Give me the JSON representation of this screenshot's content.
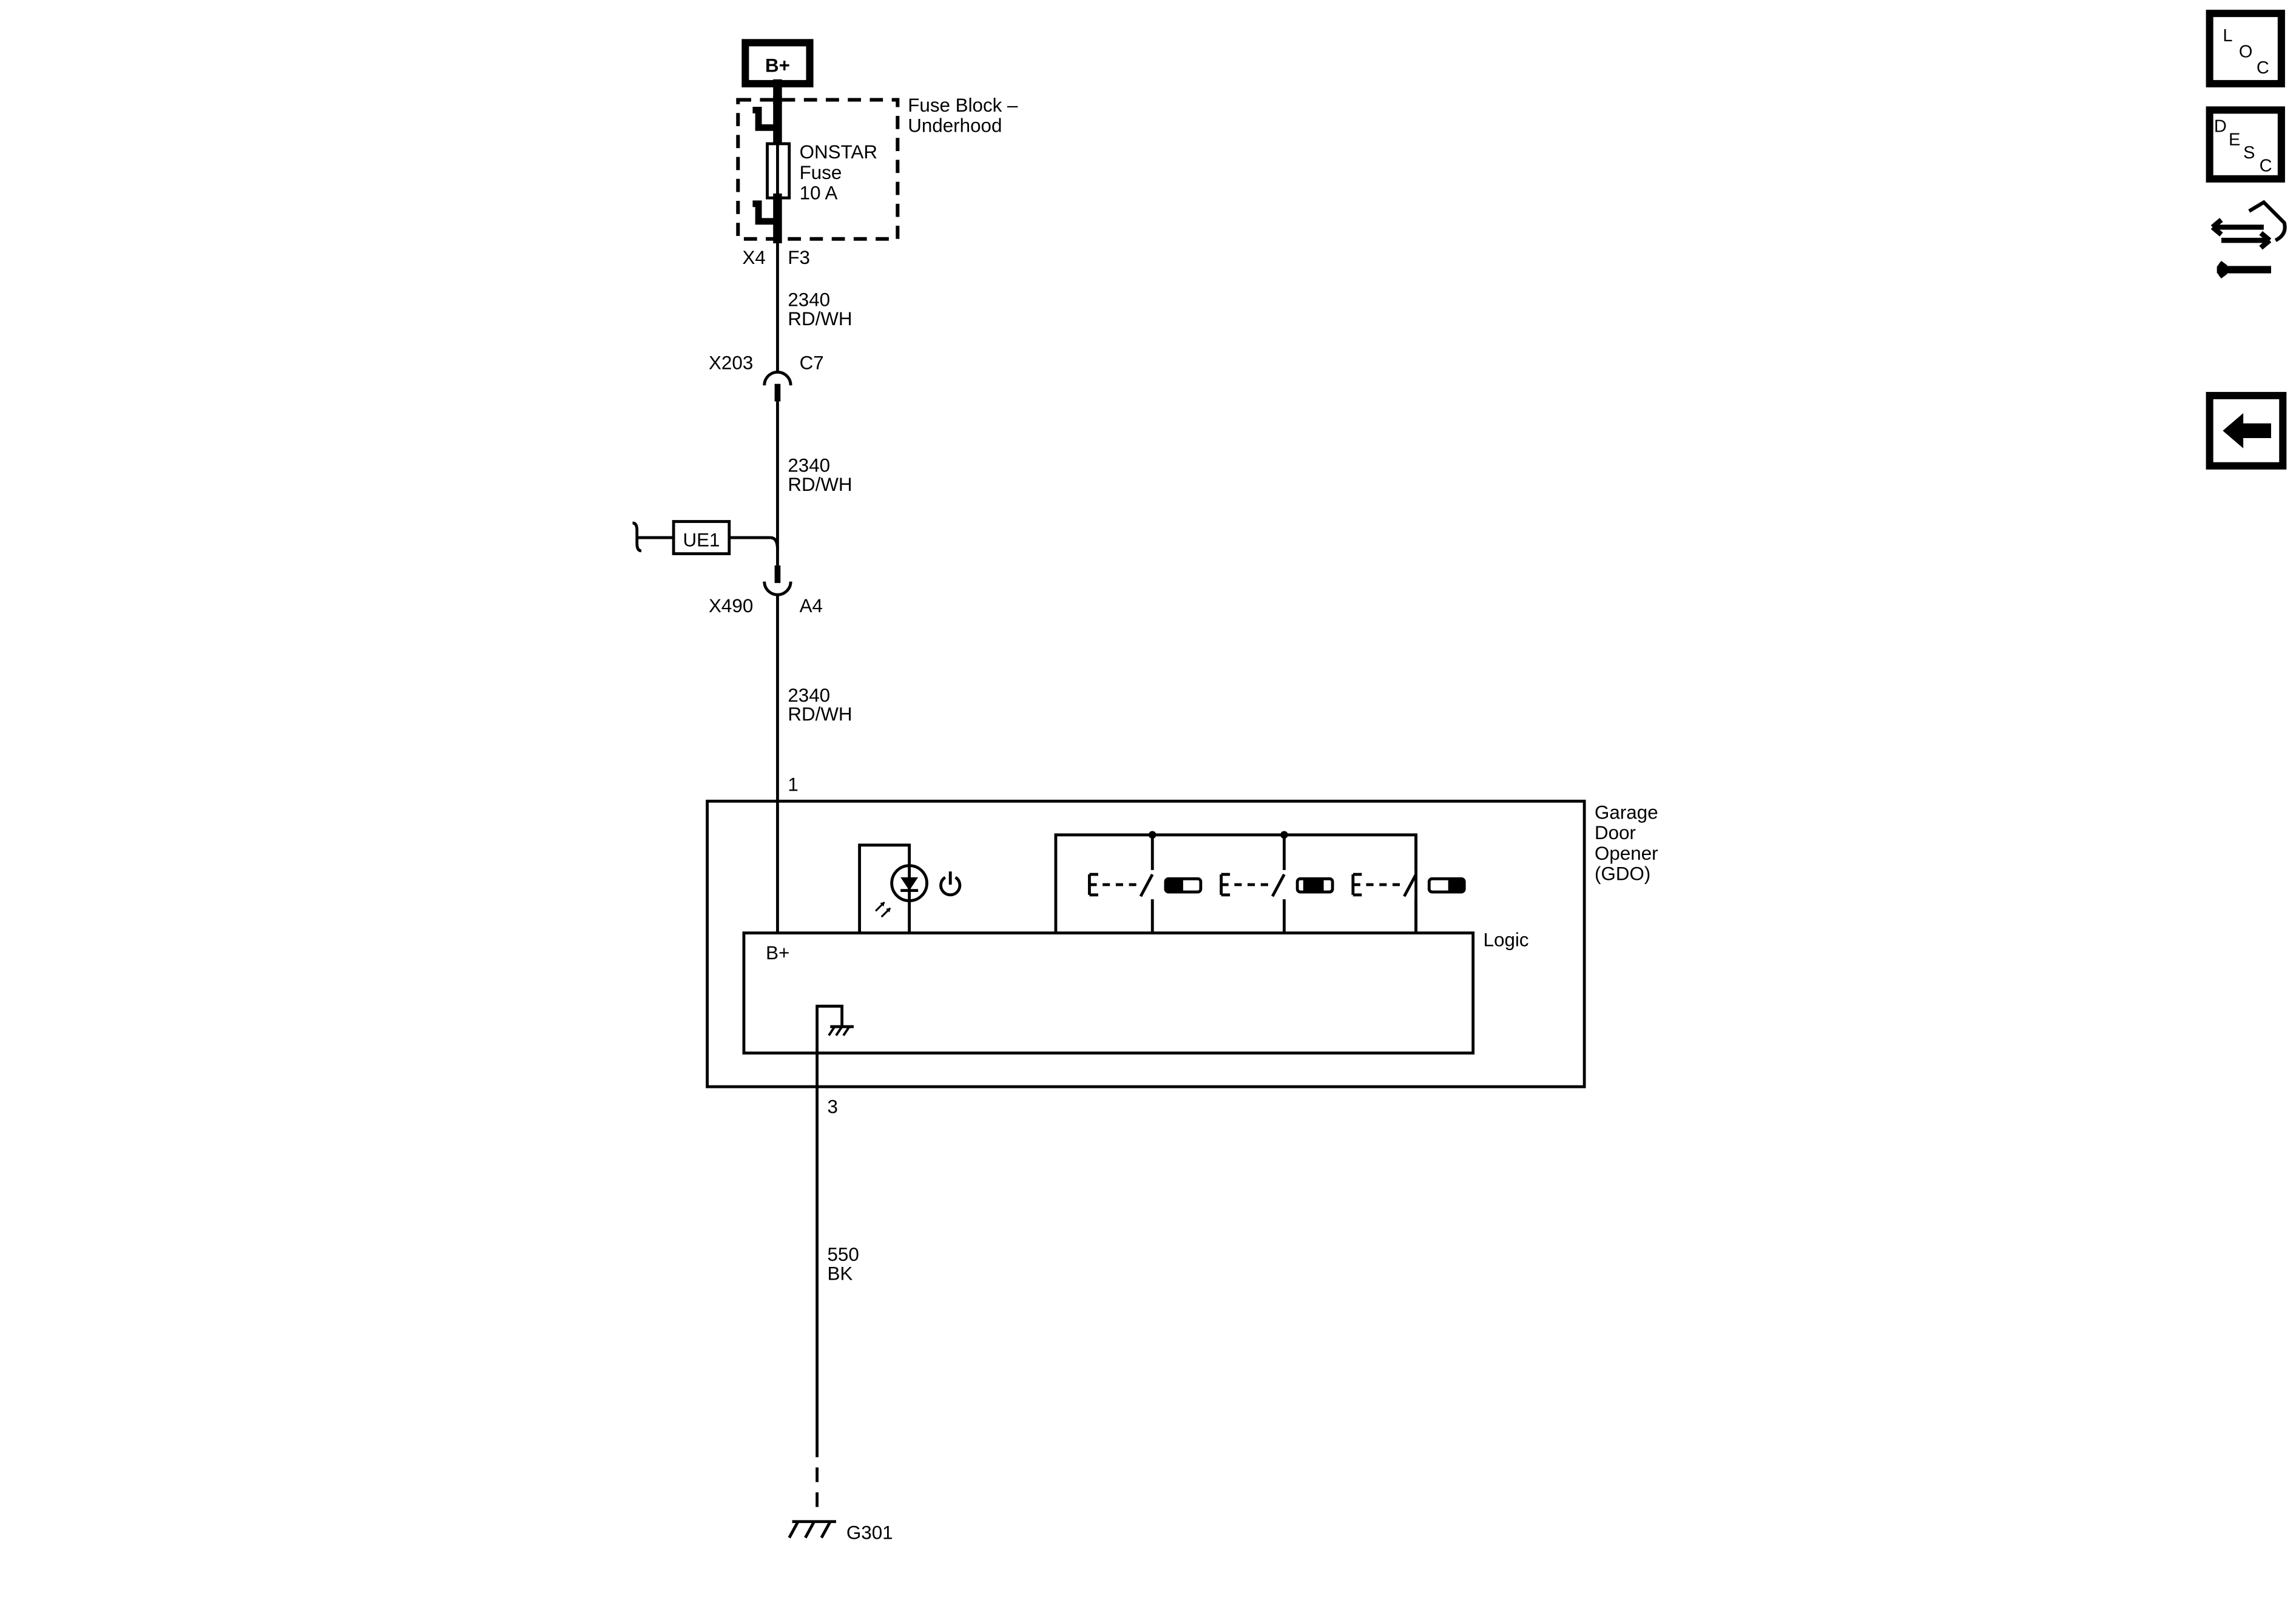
{
  "power": {
    "label": "B+"
  },
  "fuse_block": {
    "label_line1": "Fuse Block –",
    "label_line2": "Underhood",
    "fuse_line1": "ONSTAR",
    "fuse_line2": "Fuse",
    "fuse_line3": "10 A",
    "connector": "X4",
    "pin": "F3"
  },
  "wire_1": {
    "circuit": "2340",
    "color": "RD/WH"
  },
  "connector_x203": {
    "name": "X203",
    "pin": "C7"
  },
  "wire_2": {
    "circuit": "2340",
    "color": "RD/WH"
  },
  "splice": {
    "label": "UE1"
  },
  "connector_x490": {
    "name": "X490",
    "pin": "A4"
  },
  "wire_3": {
    "circuit": "2340",
    "color": "RD/WH"
  },
  "gdo": {
    "pin_power": "1",
    "label_line1": "Garage",
    "label_line2": "Door",
    "label_line3": "Opener",
    "label_line4": "(GDO)",
    "logic_label": "Logic",
    "logic_bplus": "B+",
    "pin_ground": "3"
  },
  "wire_4": {
    "circuit": "550",
    "color": "BK"
  },
  "ground": {
    "label": "G301"
  },
  "side_toolbar": {
    "loc": {
      "l1": "L",
      "l2": "O",
      "l3": "C"
    },
    "desc": {
      "l1": "D",
      "l2": "E",
      "l3": "S",
      "l4": "C"
    }
  }
}
